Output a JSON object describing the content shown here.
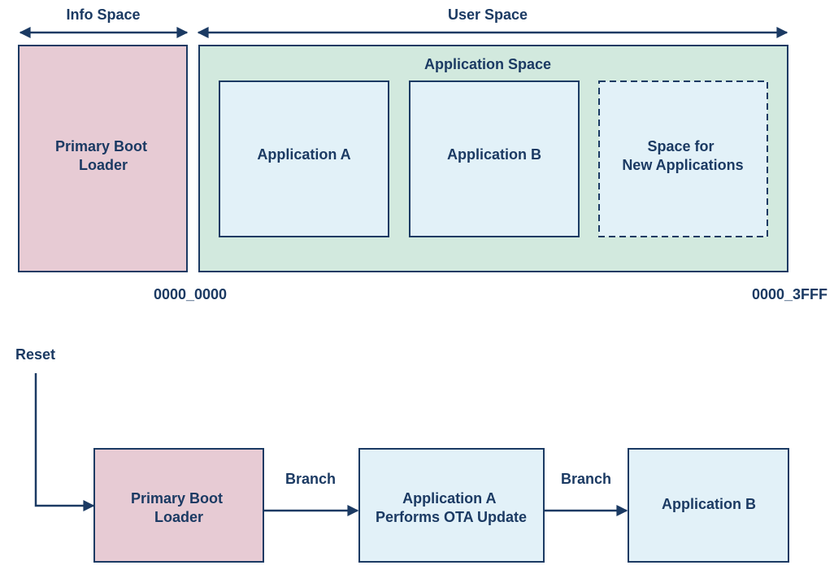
{
  "memory_map": {
    "info_space_label": "Info Space",
    "user_space_label": "User Space",
    "primary_boot_loader": [
      "Primary Boot",
      "Loader"
    ],
    "application_space_label": "Application Space",
    "application_a": "Application A",
    "application_b": "Application B",
    "new_applications": [
      "Space for",
      "New Applications"
    ],
    "address_start": "0000_0000",
    "address_end": "0000_3FFF"
  },
  "boot_flow": {
    "reset_label": "Reset",
    "primary_boot_loader": [
      "Primary Boot",
      "Loader"
    ],
    "branch_1_label": "Branch",
    "application_a": [
      "Application A",
      "Performs OTA Update"
    ],
    "branch_2_label": "Branch",
    "application_b": "Application B"
  },
  "colors": {
    "line": "#1b3a63",
    "boot_loader_fill": "#e7cbd4",
    "application_space_fill": "#d2e9de",
    "application_fill": "#e2f1f8"
  }
}
